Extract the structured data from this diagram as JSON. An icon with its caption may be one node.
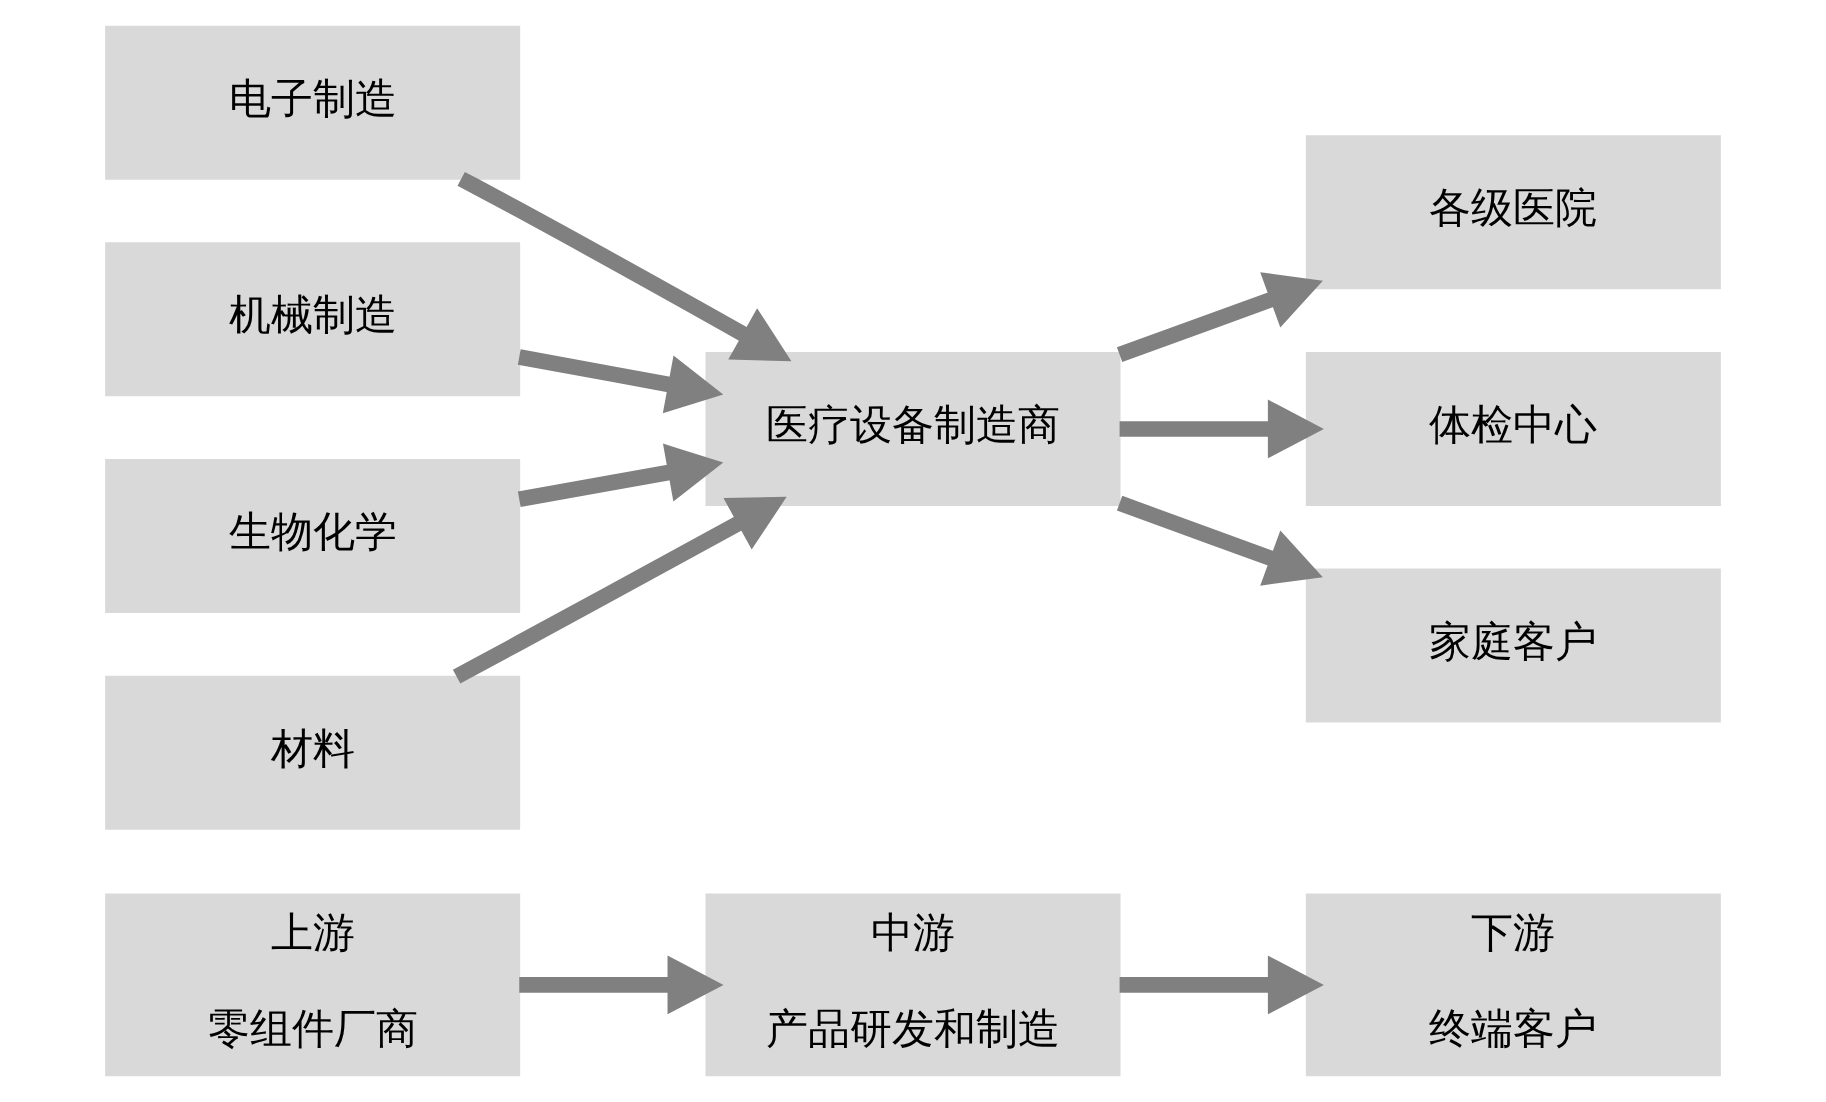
{
  "diagram": {
    "nodes": [
      {
        "text": [
          "上游",
          "零组件厂商"
        ]
      },
      {
        "text": [
          "中游",
          "产品研发和制造"
        ]
      },
      {
        "text": [
          "下游",
          "终端客户"
        ]
      },
      {
        "text": [
          "电子制造"
        ]
      },
      {
        "text": [
          "机械制造"
        ]
      },
      {
        "text": [
          "生物化学"
        ]
      },
      {
        "text": [
          "材料"
        ]
      },
      {
        "text": [
          "医疗设备制造商"
        ]
      },
      {
        "text": [
          "各级医院"
        ]
      },
      {
        "text": [
          "体检中心"
        ]
      },
      {
        "text": [
          "家庭客户"
        ]
      }
    ],
    "edges": [
      {
        "from": 0,
        "to": 1,
        "arrow": "to"
      },
      {
        "from": 1,
        "to": 2,
        "arrow": "to"
      },
      {
        "from": 3,
        "to": 7,
        "arrow": "to"
      },
      {
        "from": 4,
        "to": 7,
        "arrow": "to"
      },
      {
        "from": 5,
        "to": 7,
        "arrow": "to"
      },
      {
        "from": 6,
        "to": 7,
        "arrow": "to"
      },
      {
        "from": 7,
        "to": 8,
        "arrow": "to"
      },
      {
        "from": 7,
        "to": 9,
        "arrow": "to"
      },
      {
        "from": 7,
        "to": 10,
        "arrow": "to"
      }
    ]
  }
}
